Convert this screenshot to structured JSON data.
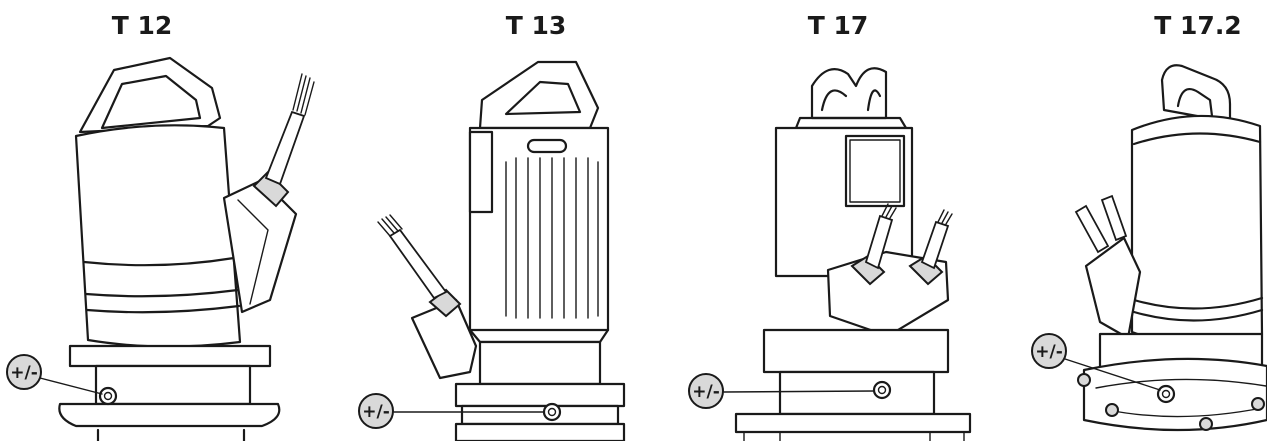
{
  "labels": {
    "pump_1": "T 12",
    "pump_2": "T 13",
    "pump_3": "T 17",
    "pump_4": "T 17.2"
  },
  "callout": "+/-"
}
